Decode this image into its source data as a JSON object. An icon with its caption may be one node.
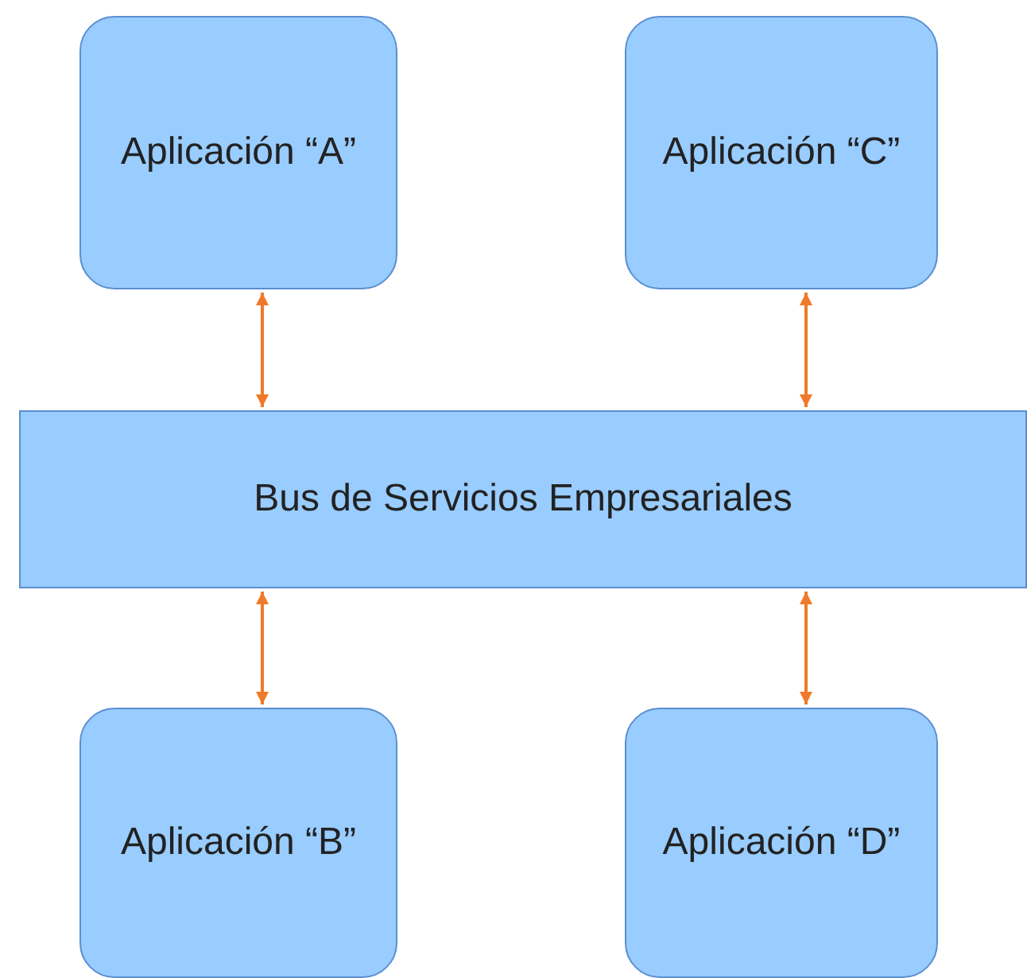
{
  "diagram": {
    "nodes": [
      {
        "text": [
          "Aplicación “A”"
        ]
      },
      {
        "text": [
          "Aplicación “C”"
        ]
      },
      {
        "text": [
          "Bus de Servicios Empresariales"
        ]
      },
      {
        "text": [
          "Aplicación “B”"
        ]
      },
      {
        "text": [
          "Aplicación “D”"
        ]
      }
    ],
    "edges": [
      {
        "from": 0,
        "to": 2,
        "arrow": "both"
      },
      {
        "from": 1,
        "to": 2,
        "arrow": "both"
      },
      {
        "from": 2,
        "to": 3,
        "arrow": "both"
      },
      {
        "from": 2,
        "to": 4,
        "arrow": "both"
      }
    ]
  }
}
